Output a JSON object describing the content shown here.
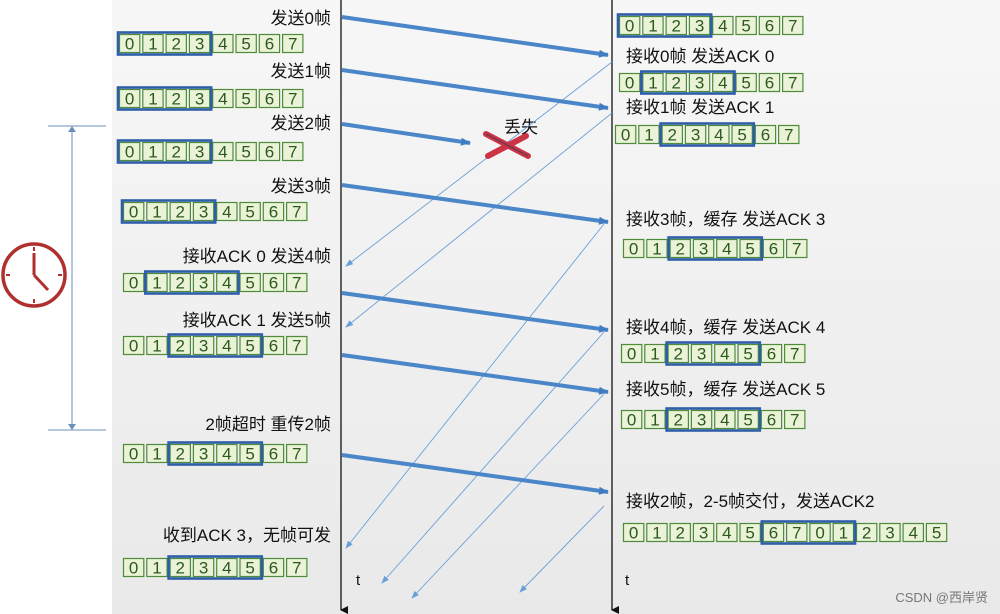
{
  "colors": {
    "cell_border": "#4e8c3a",
    "cell_fill": "#eaf2d8",
    "cell_text": "#2c5a1c",
    "window_border": "#2f5ea8",
    "data_arrow": "#4a86c8",
    "ack_line": "#6aa0d8",
    "timer": "#b03030",
    "lost_mark": "#cc3344",
    "timeline": "#111111"
  },
  "icons": {
    "timer": "clock-icon",
    "lost": "cross-mark-icon"
  },
  "sender": {
    "events": [
      {
        "label": "发送0帧",
        "cells": [
          "0",
          "1",
          "2",
          "3",
          "4",
          "5",
          "6",
          "7"
        ],
        "window": [
          0,
          3
        ]
      },
      {
        "label": "发送1帧",
        "cells": [
          "0",
          "1",
          "2",
          "3",
          "4",
          "5",
          "6",
          "7"
        ],
        "window": [
          0,
          3
        ]
      },
      {
        "label": "发送2帧",
        "cells": [
          "0",
          "1",
          "2",
          "3",
          "4",
          "5",
          "6",
          "7"
        ],
        "window": [
          0,
          3
        ]
      },
      {
        "label": "发送3帧",
        "cells": [
          "0",
          "1",
          "2",
          "3",
          "4",
          "5",
          "6",
          "7"
        ],
        "window": [
          0,
          3
        ]
      },
      {
        "label": "接收ACK 0  发送4帧",
        "cells": [
          "0",
          "1",
          "2",
          "3",
          "4",
          "5",
          "6",
          "7"
        ],
        "window": [
          1,
          4
        ]
      },
      {
        "label": "接收ACK 1   发送5帧",
        "cells": [
          "0",
          "1",
          "2",
          "3",
          "4",
          "5",
          "6",
          "7"
        ],
        "window": [
          2,
          5
        ]
      },
      {
        "label": "2帧超时   重传2帧",
        "cells": [
          "0",
          "1",
          "2",
          "3",
          "4",
          "5",
          "6",
          "7"
        ],
        "window": [
          2,
          5
        ]
      },
      {
        "label": "收到ACK 3，无帧可发",
        "cells": [
          "0",
          "1",
          "2",
          "3",
          "4",
          "5",
          "6",
          "7"
        ],
        "window": [
          2,
          5
        ]
      }
    ]
  },
  "receiver": {
    "events": [
      {
        "label": "",
        "cells": [
          "0",
          "1",
          "2",
          "3",
          "4",
          "5",
          "6",
          "7"
        ],
        "window": [
          0,
          3
        ]
      },
      {
        "label": "接收0帧 发送ACK 0",
        "cells": [
          "0",
          "1",
          "2",
          "3",
          "4",
          "5",
          "6",
          "7"
        ],
        "window": [
          1,
          4
        ]
      },
      {
        "label": "接收1帧 发送ACK 1",
        "cells": [
          "0",
          "1",
          "2",
          "3",
          "4",
          "5",
          "6",
          "7"
        ],
        "window": [
          2,
          5
        ]
      },
      {
        "label": "接收3帧，缓存  发送ACK 3",
        "cells": [
          "0",
          "1",
          "2",
          "3",
          "4",
          "5",
          "6",
          "7"
        ],
        "window": [
          2,
          5
        ]
      },
      {
        "label": "接收4帧，缓存  发送ACK 4",
        "cells": [
          "0",
          "1",
          "2",
          "3",
          "4",
          "5",
          "6",
          "7"
        ],
        "window": [
          2,
          5
        ]
      },
      {
        "label": "接收5帧，缓存  发送ACK 5",
        "cells": [
          "0",
          "1",
          "2",
          "3",
          "4",
          "5",
          "6",
          "7"
        ],
        "window": [
          2,
          5
        ]
      },
      {
        "label": "接收2帧，2-5帧交付，发送ACK2",
        "cells": [
          "0",
          "1",
          "2",
          "3",
          "4",
          "5",
          "6",
          "7",
          "0",
          "1",
          "2",
          "3",
          "4",
          "5"
        ],
        "window": [
          6,
          9
        ]
      }
    ]
  },
  "lost_label": "丢失",
  "time_axis_label": "t",
  "watermark": "CSDN @西岸贤"
}
